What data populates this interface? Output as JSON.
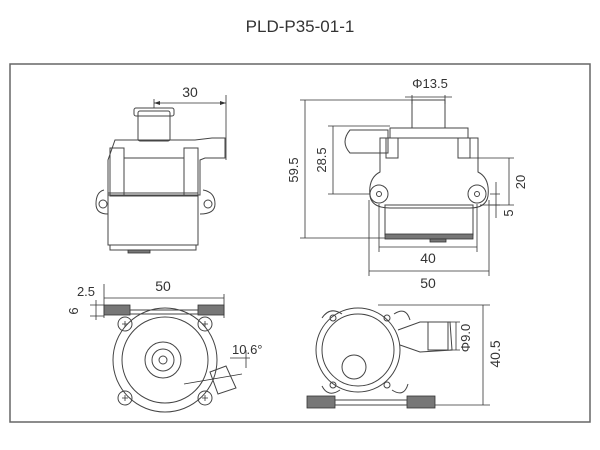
{
  "title": "PLD-P35-01-1",
  "front_view": {
    "outlet_offset": "30"
  },
  "side_view": {
    "outlet_diameter": "Φ13.5",
    "total_height": "59.5",
    "inlet_height": "28.5",
    "mount_height": "20",
    "mount_offset": "5",
    "hole_spacing": "40",
    "overall_width": "50"
  },
  "top_view": {
    "width": "50",
    "plate_offset": "2.5",
    "plate_height": "6",
    "outlet_angle": "10.6°"
  },
  "bottom_view": {
    "inlet_diameter": "Φ9.0",
    "depth": "40.5"
  }
}
